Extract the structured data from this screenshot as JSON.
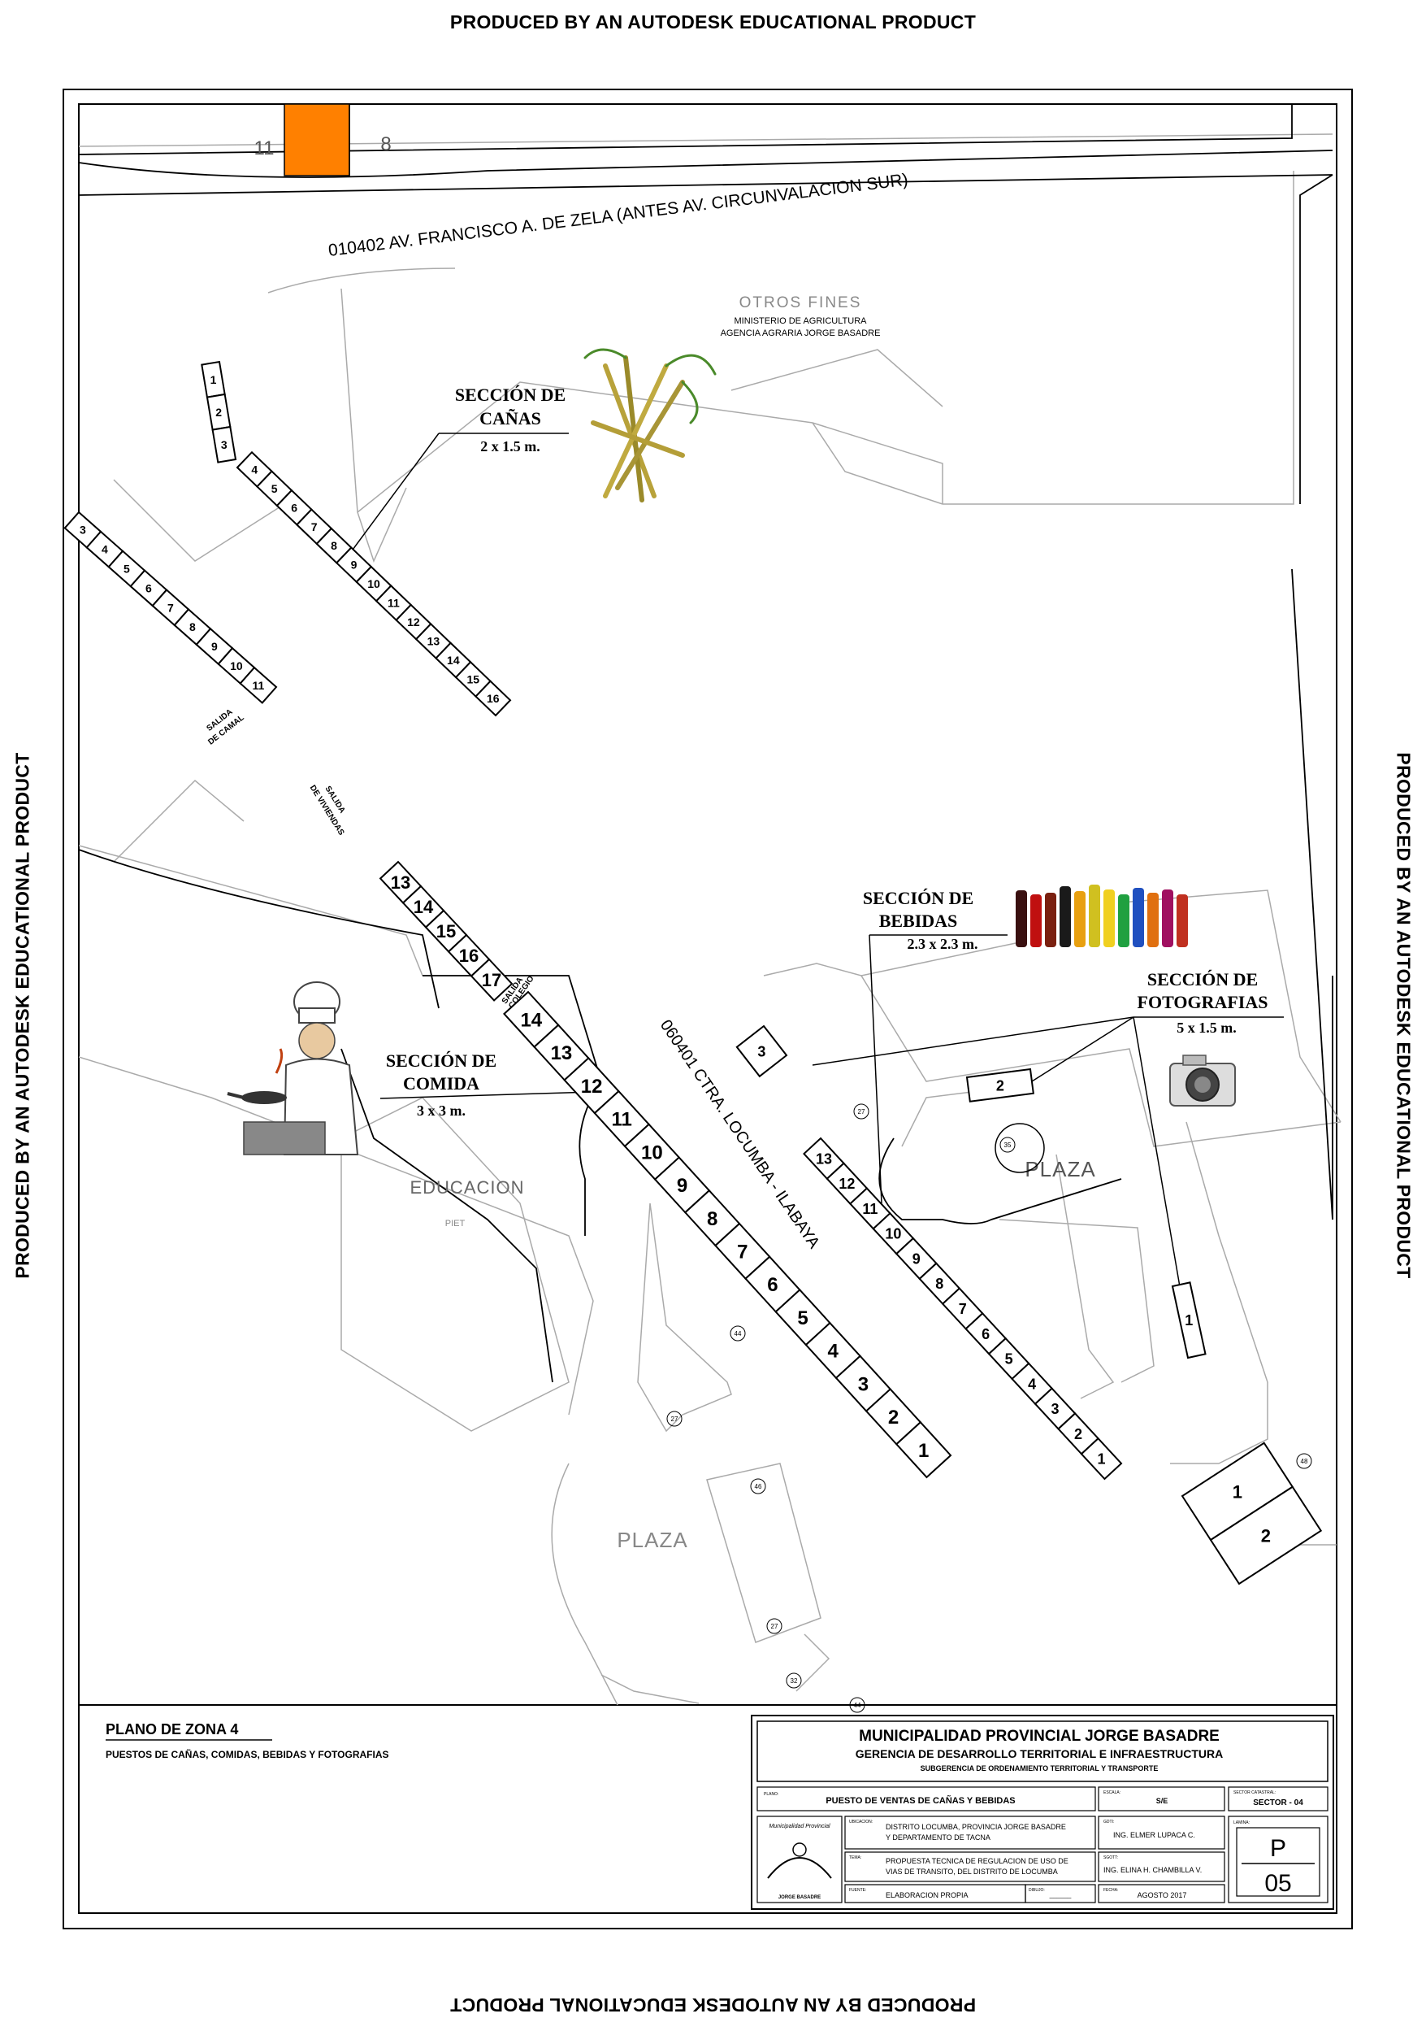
{
  "watermark": {
    "top": "PRODUCED BY AN AUTODESK EDUCATIONAL PRODUCT",
    "bottom": "PRODUCED BY AN AUTODESK EDUCATIONAL PRODUCT",
    "left": "PRODUCED BY AN AUTODESK EDUCATIONAL PRODUCT",
    "right": "PRODUCED BY AN AUTODESK EDUCATIONAL PRODUCT"
  },
  "map": {
    "lot_left": "11",
    "lot_right": "8",
    "street_north": "010402 AV. FRANCISCO A. DE ZELA (ANTES AV. CIRCUNVALACION SUR)",
    "street_diag": "060401 CTRA. LOCUMBA - ILABAYA",
    "otros_fines": "OTROS  FINES",
    "ministerio": "MINISTERIO DE AGRICULTURA",
    "agencia": "AGENCIA AGRARIA JORGE BASADRE",
    "educacion": "EDUCACION",
    "piet": "PIET",
    "plaza_right": "PLAZA",
    "plaza_bottom": "PLAZA",
    "salida_camal": [
      "SALIDA",
      "DE CAMAL"
    ],
    "salida_viviendas": [
      "SALIDA",
      "DE VIVIENDAS"
    ],
    "salida_colegio": [
      "SALIDA",
      "COLEGIO"
    ],
    "lot_codes": [
      "44",
      "27",
      "46",
      "27",
      "32",
      "44",
      "35",
      "27",
      "48"
    ]
  },
  "sections": {
    "canas": {
      "title1": "SECCIÓN DE",
      "title2": "CAÑAS",
      "size": "2 x 1.5 m."
    },
    "bebidas": {
      "title1": "SECCIÓN DE",
      "title2": "BEBIDAS",
      "size": "2.3 x 2.3 m."
    },
    "fotografias": {
      "title1": "SECCIÓN DE",
      "title2": "FOTOGRAFIAS",
      "size": "5 x 1.5 m."
    },
    "comida": {
      "title1": "SECCIÓN DE",
      "title2": "COMIDA",
      "size": "3 x 3 m."
    }
  },
  "stalls": {
    "curve": [
      "1",
      "2",
      "3"
    ],
    "canas_row": [
      "4",
      "5",
      "6",
      "7",
      "8",
      "9",
      "10",
      "11",
      "12",
      "13",
      "14",
      "15",
      "16"
    ],
    "left_row": [
      "3",
      "4",
      "5",
      "6",
      "7",
      "8",
      "9",
      "10",
      "11"
    ],
    "comida_upper": [
      "13",
      "14",
      "15",
      "16",
      "17"
    ],
    "comida_lower": [
      "14",
      "13",
      "12",
      "11",
      "10",
      "9",
      "8",
      "7",
      "6",
      "5",
      "4",
      "3",
      "2",
      "1"
    ],
    "bebidas_row": [
      "13",
      "12",
      "11",
      "10",
      "9",
      "8",
      "7",
      "6",
      "5",
      "4",
      "3",
      "2",
      "1"
    ],
    "foto_3": "3",
    "foto_2": "2",
    "foto_1": "1",
    "bottom_right": [
      "1",
      "2"
    ]
  },
  "title_block": {
    "plano": "PLANO DE ZONA 4",
    "puestos": "PUESTOS DE CAÑAS, COMIDAS, BEBIDAS Y FOTOGRAFIAS",
    "muni": "MUNICIPALIDAD PROVINCIAL JORGE BASADRE",
    "gerencia": "GERENCIA DE DESARROLLO TERRITORIAL E INFRAESTRUCTURA",
    "subgerencia": "SUBGERENCIA DE ORDENAMIENTO  TERRITORIAL Y TRANSPORTE",
    "lbl_plano": "PLANO:",
    "plano_val": "PUESTO DE VENTAS DE CAÑAS Y BEBIDAS",
    "lbl_escala": "ESCALA:",
    "escala_val": "S/E",
    "lbl_sector": "SECTOR CATASTRAL:",
    "sector_val": "SECTOR - 04",
    "lbl_ubicacion": "UBICACION:",
    "ubicacion_1": "DISTRITO LOCUMBA, PROVINCIA JORGE BASADRE",
    "ubicacion_2": "Y DEPARTAMENTO DE TACNA",
    "lbl_gdti": "GDTI:",
    "gdti_val": "ING. ELMER LUPACA C.",
    "lbl_tema": "TEMA:",
    "tema_1": "PROPUESTA TECNICA DE REGULACION DE USO DE",
    "tema_2": "VIAS DE TRANSITO, DEL DISTRITO DE LOCUMBA",
    "lbl_sgot": "SGOTT:",
    "sgot_val": "ING. ELINA H. CHAMBILLA V.",
    "lbl_fuente": "FUENTE:",
    "fuente_val": "ELABORACION PROPIA",
    "lbl_dibujo": "DIBUJO:",
    "dibujo_val": "______",
    "lbl_fecha": "FECHA:",
    "fecha_val": "AGOSTO 2017",
    "lbl_lamina": "LAMINA:",
    "lamina_p": "P",
    "lamina_num": "05",
    "logo_top": "Municipalidad Provincial",
    "logo_bottom": "JORGE BASADRE"
  },
  "colors": {
    "lot_orange": "#ff8000",
    "line": "#000000",
    "gray_line": "#b0b0b0"
  }
}
